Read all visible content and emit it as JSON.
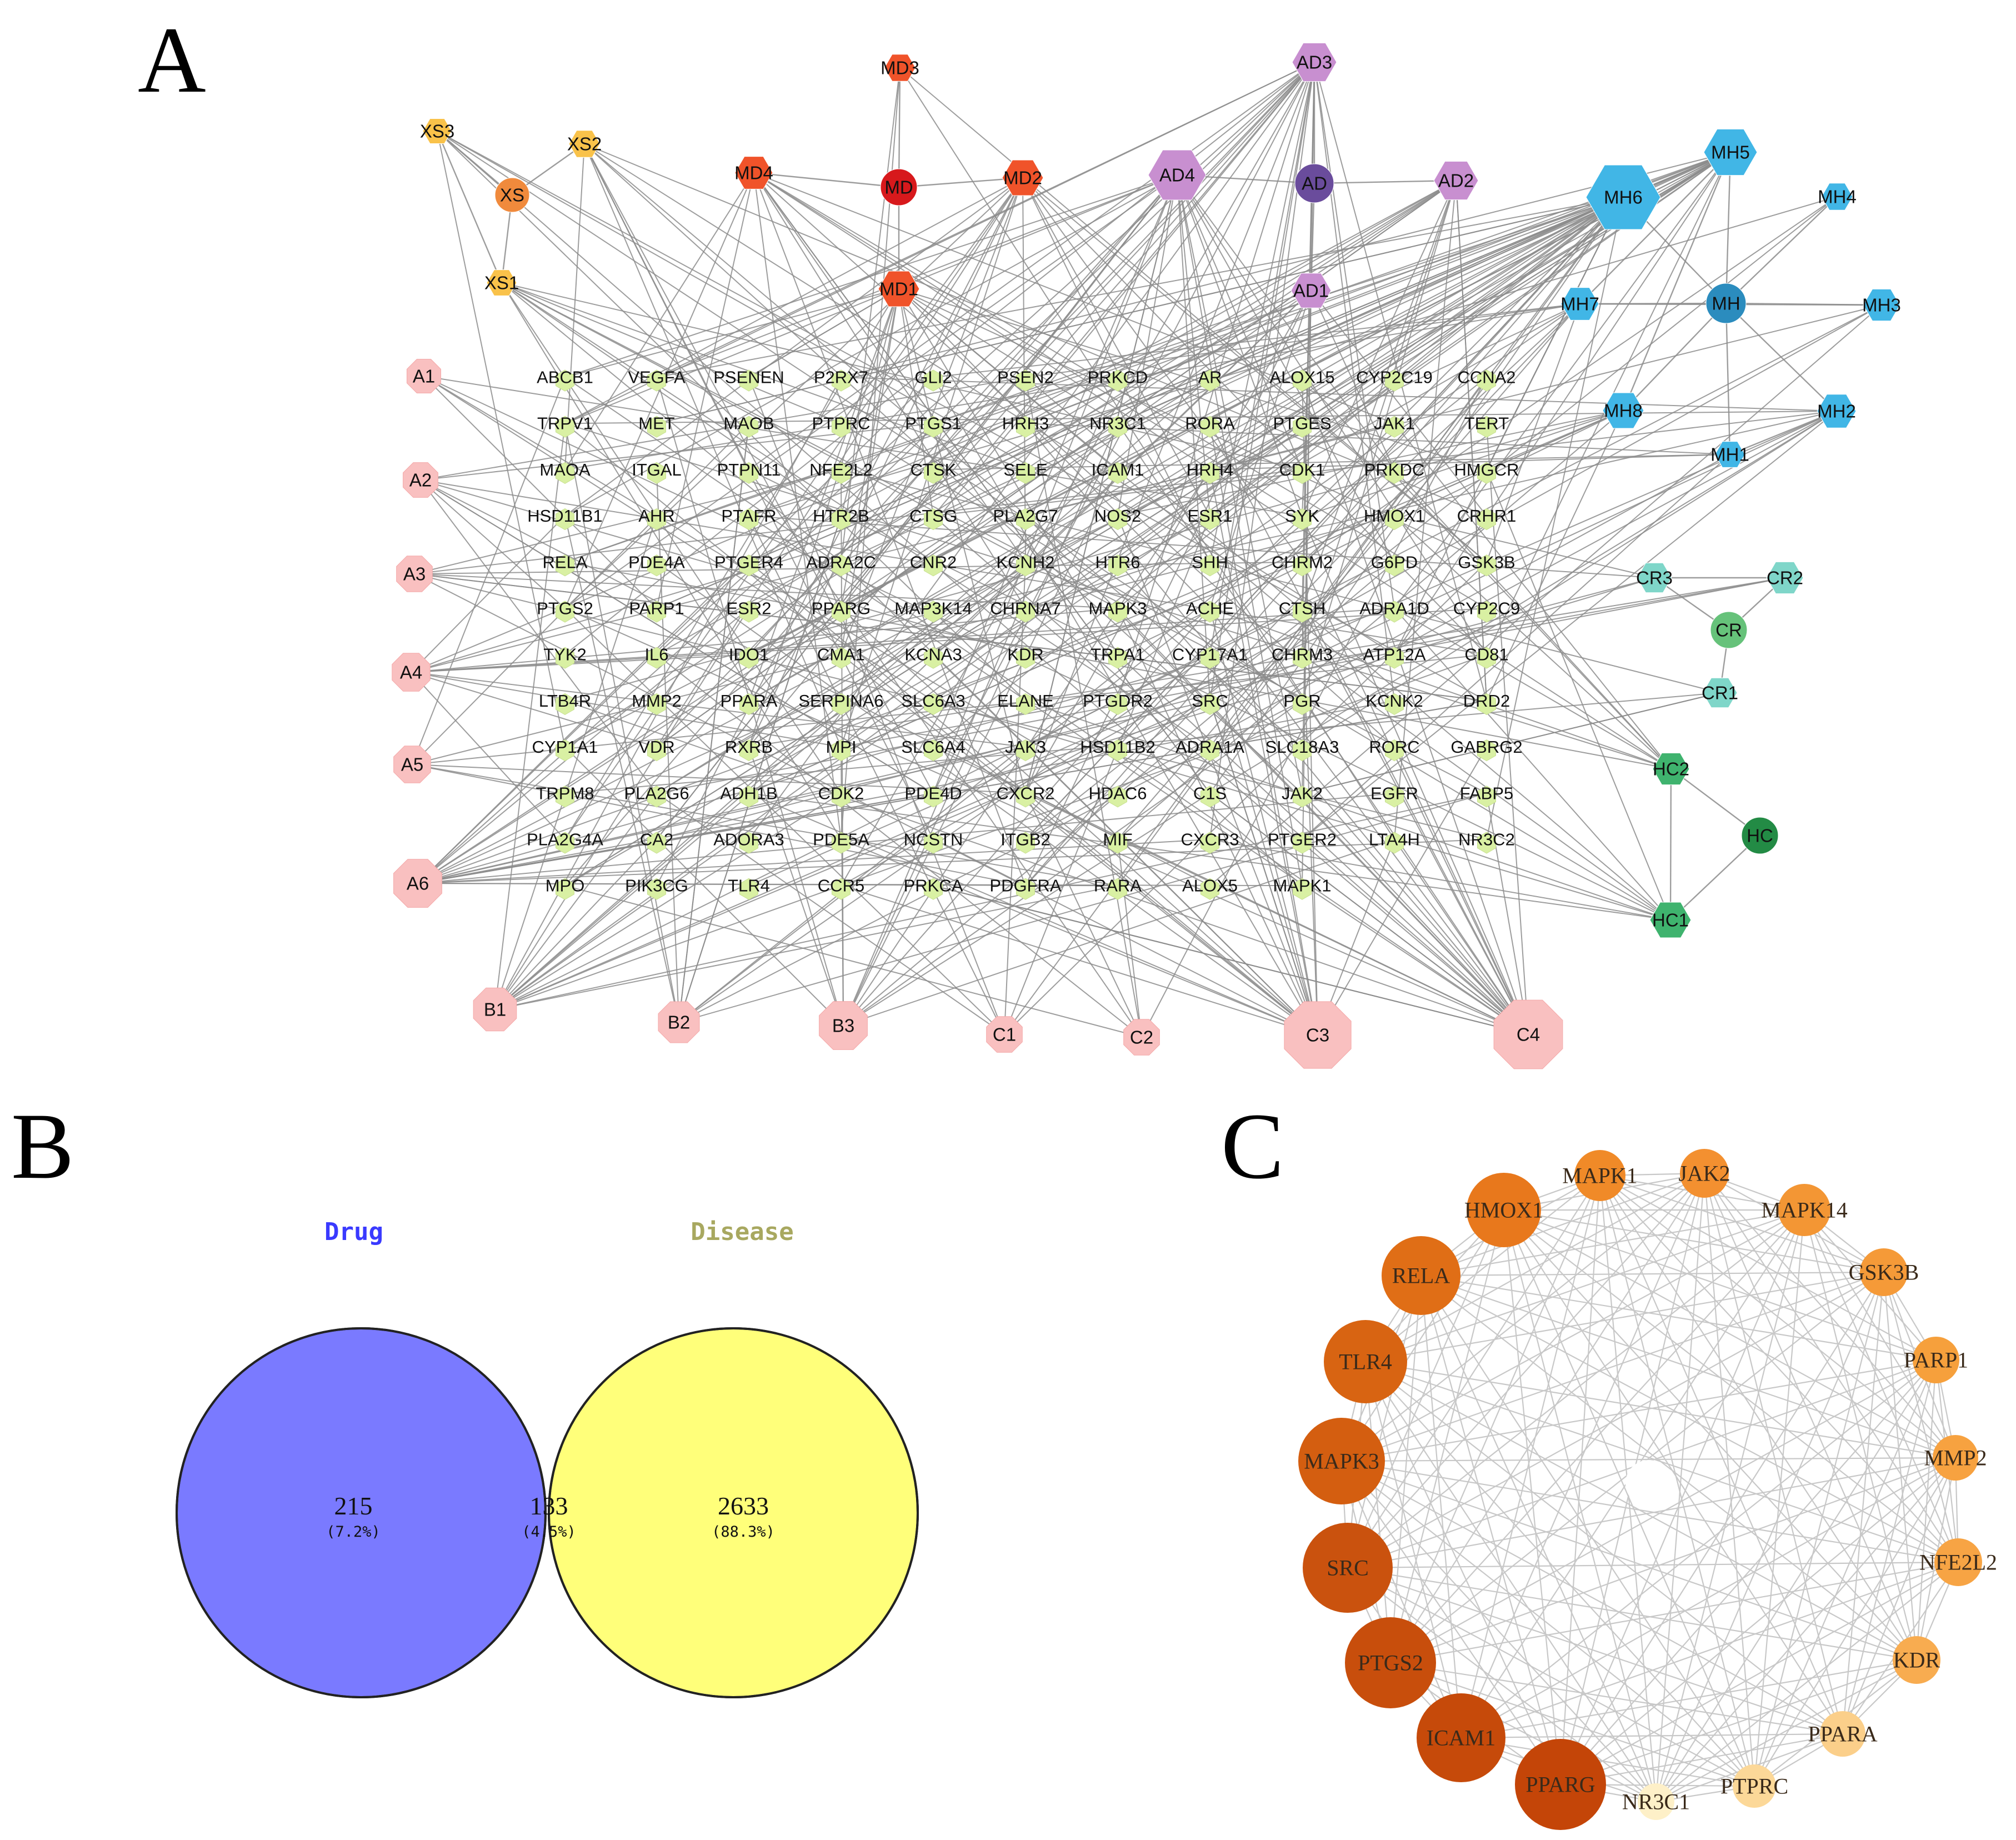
{
  "panels": {
    "a": "A",
    "b": "B",
    "c": "C"
  },
  "network": {
    "colors": {
      "target": "#d9f0a3",
      "pink": "#f9c0c0",
      "edge": "#8c8c8c",
      "xs_hub": "#f08a3c",
      "xs_sub": "#f9c24a",
      "md_hub": "#d7191c",
      "md_sub": "#f0532a",
      "ad_hub": "#6a4c9c",
      "ad_sub": "#c88fd0",
      "mh_hub": "#2b8cbe",
      "mh_sub": "#41b6e6",
      "cr_hub": "#66c27a",
      "cr_sub": "#7fd6c9",
      "hc_hub": "#238b45",
      "hc_sub": "#3fb36e"
    },
    "herb_nodes": [
      {
        "id": "XS3",
        "group": "xs_sub"
      },
      {
        "id": "XS2",
        "group": "xs_sub"
      },
      {
        "id": "XS",
        "group": "xs_hub"
      },
      {
        "id": "XS1",
        "group": "xs_sub"
      },
      {
        "id": "MD3",
        "group": "md_sub"
      },
      {
        "id": "MD4",
        "group": "md_sub"
      },
      {
        "id": "MD",
        "group": "md_hub"
      },
      {
        "id": "MD2",
        "group": "md_sub"
      },
      {
        "id": "MD1",
        "group": "md_sub"
      },
      {
        "id": "AD3",
        "group": "ad_sub"
      },
      {
        "id": "AD4",
        "group": "ad_sub"
      },
      {
        "id": "AD",
        "group": "ad_hub"
      },
      {
        "id": "AD2",
        "group": "ad_sub"
      },
      {
        "id": "AD1",
        "group": "ad_sub"
      },
      {
        "id": "MH6",
        "group": "mh_sub"
      },
      {
        "id": "MH5",
        "group": "mh_sub"
      },
      {
        "id": "MH4",
        "group": "mh_sub"
      },
      {
        "id": "MH7",
        "group": "mh_sub"
      },
      {
        "id": "MH",
        "group": "mh_hub"
      },
      {
        "id": "MH3",
        "group": "mh_sub"
      },
      {
        "id": "MH8",
        "group": "mh_sub"
      },
      {
        "id": "MH2",
        "group": "mh_sub"
      },
      {
        "id": "MH1",
        "group": "mh_sub"
      },
      {
        "id": "CR3",
        "group": "cr_sub"
      },
      {
        "id": "CR2",
        "group": "cr_sub"
      },
      {
        "id": "CR",
        "group": "cr_hub"
      },
      {
        "id": "CR1",
        "group": "cr_sub"
      },
      {
        "id": "HC2",
        "group": "hc_sub"
      },
      {
        "id": "HC",
        "group": "hc_hub"
      },
      {
        "id": "HC1",
        "group": "hc_sub"
      }
    ],
    "pink_nodes": [
      "A1",
      "A2",
      "A3",
      "A4",
      "A5",
      "A6",
      "B1",
      "B2",
      "B3",
      "C1",
      "C2",
      "C3",
      "C4"
    ],
    "target_rows": [
      [
        "ABCB1",
        "VEGFA",
        "PSENEN",
        "P2RX7",
        "GLI2",
        "PSEN2",
        "PRKCD",
        "AR",
        "ALOX15",
        "CYP2C19",
        "CCNA2"
      ],
      [
        "TRPV1",
        "MET",
        "MAOB",
        "PTPRC",
        "PTGS1",
        "HRH3",
        "NR3C1",
        "RORA",
        "PTGES",
        "JAK1",
        "TERT"
      ],
      [
        "MAOA",
        "ITGAL",
        "PTPN11",
        "NFE2L2",
        "CTSK",
        "SELE",
        "ICAM1",
        "HRH4",
        "CDK1",
        "PRKDC",
        "HMGCR"
      ],
      [
        "HSD11B1",
        "AHR",
        "PTAFR",
        "HTR2B",
        "CTSG",
        "PLA2G7",
        "NOS2",
        "ESR1",
        "SYK",
        "HMOX1",
        "CRHR1"
      ],
      [
        "RELA",
        "PDE4A",
        "PTGER4",
        "ADRA2C",
        "CNR2",
        "KCNH2",
        "HTR6",
        "SHH",
        "CHRM2",
        "G6PD",
        "GSK3B"
      ],
      [
        "PTGS2",
        "PARP1",
        "ESR2",
        "PPARG",
        "MAP3K14",
        "CHRNA7",
        "MAPK3",
        "ACHE",
        "CTSH",
        "ADRA1D",
        "CYP2C9"
      ],
      [
        "TYK2",
        "IL6",
        "IDO1",
        "CMA1",
        "KCNA3",
        "KDR",
        "TRPA1",
        "CYP17A1",
        "CHRM3",
        "ATP12A",
        "CD81"
      ],
      [
        "LTB4R",
        "MMP2",
        "PPARA",
        "SERPINA6",
        "SLC6A3",
        "ELANE",
        "PTGDR2",
        "SRC",
        "PGR",
        "KCNK2",
        "DRD2"
      ],
      [
        "CYP1A1",
        "VDR",
        "RXRB",
        "MPI",
        "SLC6A4",
        "JAK3",
        "HSD11B2",
        "ADRA1A",
        "SLC18A3",
        "RORC",
        "GABRG2"
      ],
      [
        "TRPM8",
        "PLA2G6",
        "ADH1B",
        "CDK2",
        "PDE4D",
        "CXCR2",
        "HDAC6",
        "C1S",
        "JAK2",
        "EGFR",
        "FABP5"
      ],
      [
        "PLA2G4A",
        "CA2",
        "ADORA3",
        "PDE5A",
        "NCSTN",
        "ITGB2",
        "MIF",
        "CXCR3",
        "PTGER2",
        "LTA4H",
        "NR3C2"
      ],
      [
        "MPO",
        "PIK3CG",
        "TLR4",
        "CCR5",
        "PRKCA",
        "PDGFRA",
        "RARA",
        "ALOX5",
        "MAPK1"
      ]
    ]
  },
  "venn": {
    "left": {
      "title": "Drug",
      "count": "215",
      "percent": "(7.2%)",
      "color": "#7a7aff",
      "title_color": "#3a3aff"
    },
    "overlap": {
      "count": "133",
      "percent": "(4.5%)",
      "color": "#b4b070"
    },
    "right": {
      "title": "Disease",
      "count": "2633",
      "percent": "(88.3%)",
      "color": "#ffff7a",
      "title_color": "#a8a860"
    }
  },
  "ppi": {
    "nodes": [
      {
        "label": "MAPK1",
        "color": "#f08a28"
      },
      {
        "label": "JAK2",
        "color": "#f39030"
      },
      {
        "label": "MAPK14",
        "color": "#f39634"
      },
      {
        "label": "GSK3B",
        "color": "#f59a38"
      },
      {
        "label": "PARP1",
        "color": "#f6a03c"
      },
      {
        "label": "MMP2",
        "color": "#f7a240"
      },
      {
        "label": "NFE2L2",
        "color": "#f7a444"
      },
      {
        "label": "KDR",
        "color": "#f8ac50"
      },
      {
        "label": "PPARA",
        "color": "#fbcf8a"
      },
      {
        "label": "PTPRC",
        "color": "#fcd898"
      },
      {
        "label": "NR3C1",
        "color": "#fef0c8"
      },
      {
        "label": "PPARG",
        "color": "#c44508"
      },
      {
        "label": "ICAM1",
        "color": "#c64a0a"
      },
      {
        "label": "PTGS2",
        "color": "#c84e0c"
      },
      {
        "label": "SRC",
        "color": "#ca520e"
      },
      {
        "label": "MAPK3",
        "color": "#d45e10"
      },
      {
        "label": "TLR4",
        "color": "#d86412"
      },
      {
        "label": "RELA",
        "color": "#e06e16"
      },
      {
        "label": "HMOX1",
        "color": "#e8781c"
      }
    ],
    "edge_color": "#c8c8c8"
  }
}
